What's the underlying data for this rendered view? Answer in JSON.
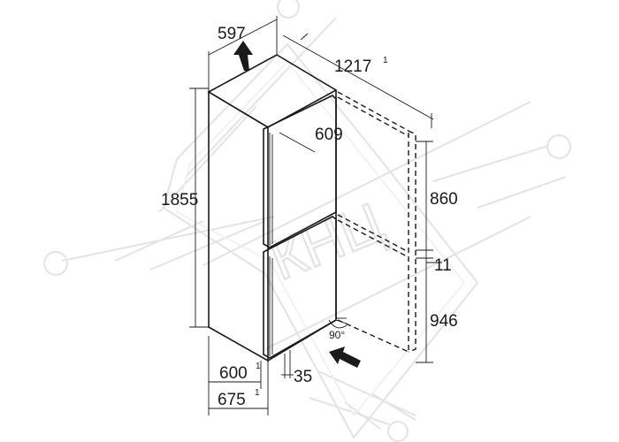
{
  "watermark": {
    "text": "КНЦ"
  },
  "dimensions": {
    "width": "597",
    "total_depth_door_open": "1217",
    "total_depth_sup": "1",
    "door_width": "609",
    "height": "1855",
    "upper_door_height": "860",
    "door_gap": "11",
    "lower_door_height": "946",
    "depth": "600",
    "depth_sup": "1",
    "depth_with_handle": "675",
    "depth_with_handle_sup": "1",
    "wall_clearance": "35",
    "door_angle": "90°"
  },
  "colors": {
    "line": "#1a1a1a",
    "watermark": "#e3e3e3"
  },
  "icons": [
    "airflow-up-arrow-icon",
    "airflow-in-arrow-icon"
  ]
}
